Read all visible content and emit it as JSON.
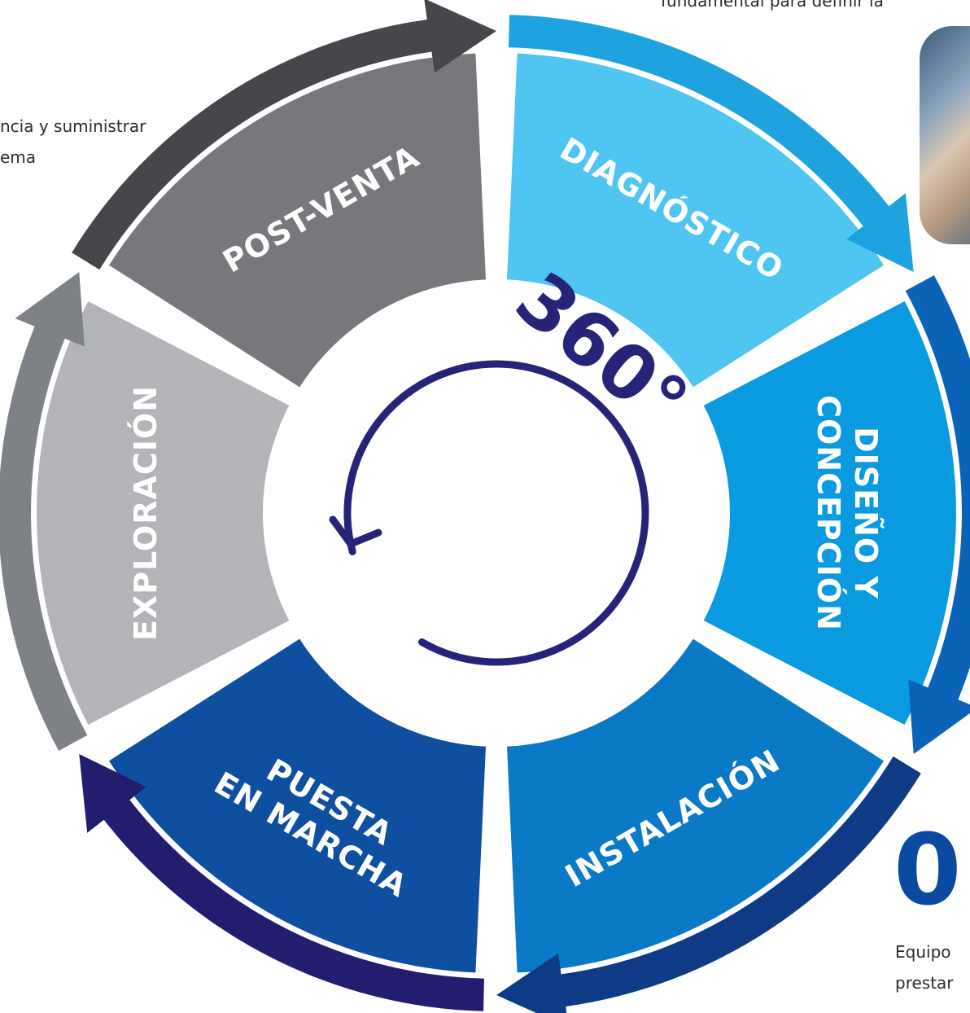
{
  "center_label": "360°",
  "segments": [
    {
      "id": "diagnostico",
      "label_lines": [
        "DIAGNÓSTICO"
      ],
      "fill": "#4fc5f2",
      "arrow_color": "#1ea3e0"
    },
    {
      "id": "diseno",
      "label_lines": [
        "DISEÑO Y",
        "CONCEPCIÓN"
      ],
      "fill": "#0a9ae0",
      "arrow_color": "#0b63b8"
    },
    {
      "id": "instalacion",
      "label_lines": [
        "INSTALACIÓN"
      ],
      "fill": "#0a7ac6",
      "arrow_color": "#0e3a86"
    },
    {
      "id": "puesta",
      "label_lines": [
        "PUESTA",
        "EN MARCHA"
      ],
      "fill": "#0e4fa0",
      "arrow_color": "#221d6e"
    },
    {
      "id": "exploracion",
      "label_lines": [
        "EXPLORACIÓN"
      ],
      "fill": "#b3b4b7",
      "arrow_color": "#7e8186"
    },
    {
      "id": "postventa",
      "label_lines": [
        "POST-VENTA"
      ],
      "fill": "#76787c",
      "arrow_color": "#45474a"
    }
  ],
  "edge_texts": {
    "top_right": "fundamental para definir la",
    "left_line1": "ncia y suministrar",
    "left_line2": "ema",
    "bottom_right_line1": "Equipo",
    "bottom_right_line2": "prestar"
  },
  "big_digit": "0",
  "colors": {
    "center_ring": "#252479",
    "white": "#ffffff"
  }
}
